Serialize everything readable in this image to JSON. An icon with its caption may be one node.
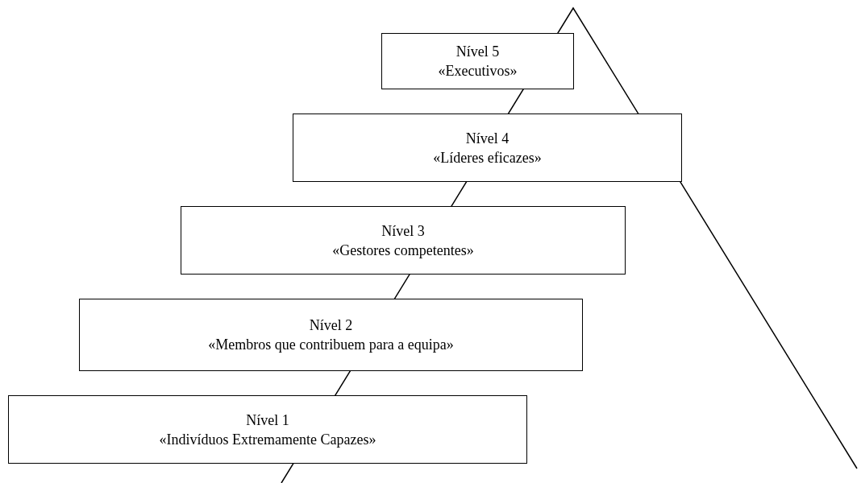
{
  "diagram": {
    "nodes": [
      {
        "text": [
          "Nível 5",
          "«Executivos»"
        ]
      },
      {
        "text": [
          "Nível 4",
          "«Líderes eficazes»"
        ]
      },
      {
        "text": [
          "Nível 3",
          "«Gestores competentes»"
        ]
      },
      {
        "text": [
          "Nível 2",
          "«Membros que contribuem para a equipa»"
        ]
      },
      {
        "text": [
          "Nível 1",
          "«Indivíduos Extremamente Capazes»"
        ]
      }
    ]
  }
}
